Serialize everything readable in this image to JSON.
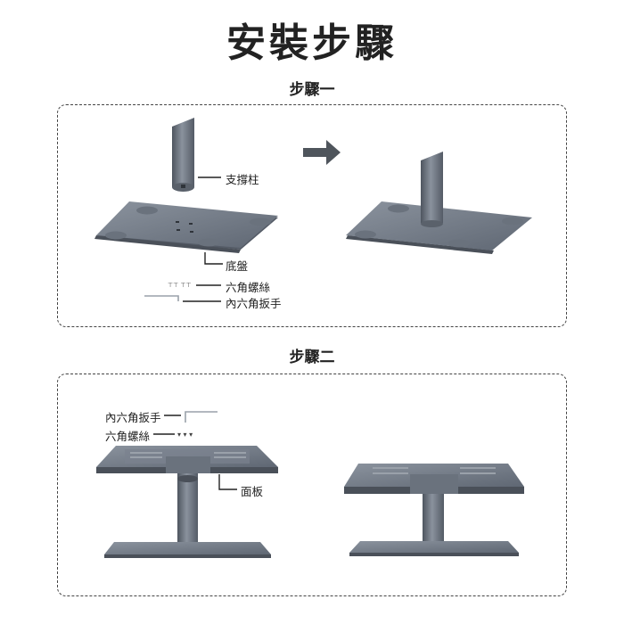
{
  "title": "安裝步驟",
  "step1": {
    "title": "步驟一",
    "labels": {
      "pillar": "支撐柱",
      "base": "底盤",
      "screws": "六角螺絲",
      "wrench": "內六角扳手"
    }
  },
  "step2": {
    "title": "步驟二",
    "labels": {
      "wrench": "內六角扳手",
      "screws": "六角螺絲",
      "panel": "面板"
    }
  },
  "colors": {
    "metal_dark": "#5f6773",
    "metal_mid": "#7a828e",
    "metal_light": "#a4abb5",
    "arrow": "#4f555c"
  }
}
